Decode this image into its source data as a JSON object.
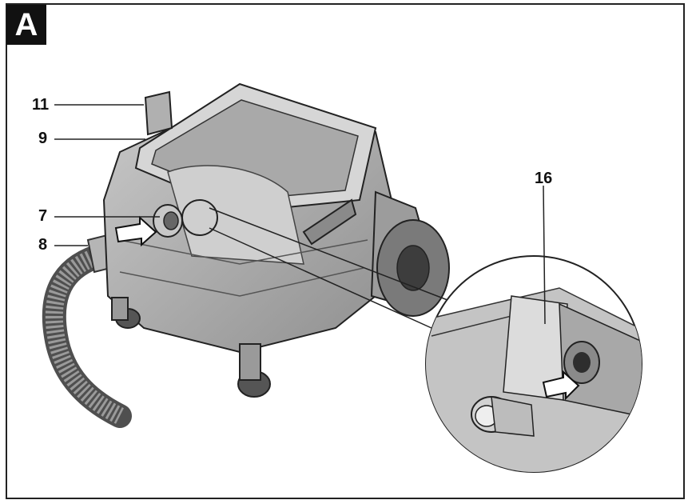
{
  "figure": {
    "tag": "A"
  },
  "callouts": {
    "c11": "11",
    "c9": "9",
    "c7": "7",
    "c8": "8",
    "c16": "16"
  }
}
